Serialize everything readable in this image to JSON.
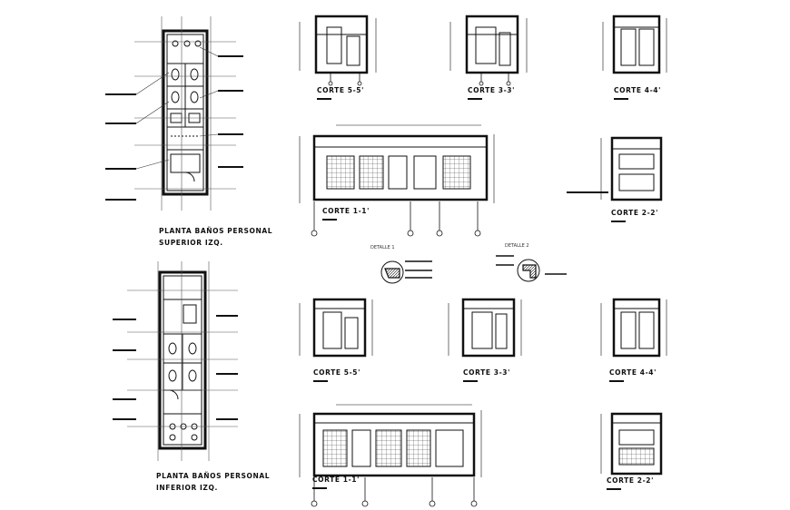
{
  "plans": {
    "upper": {
      "line1": "PLANTA BAÑOS PERSONAL",
      "line2": "SUPERIOR IZQ."
    },
    "lower": {
      "line1": "PLANTA BAÑOS PERSONAL",
      "line2": "INFERIOR IZQ."
    }
  },
  "sections": {
    "upper": {
      "corte55": "CORTE 5-5'",
      "corte33": "CORTE 3-3'",
      "corte44": "CORTE 4-4'",
      "corte11": "CORTE 1-1'",
      "corte22": "CORTE 2-2'"
    },
    "lower": {
      "corte55": "CORTE 5-5'",
      "corte33": "CORTE 3-3'",
      "corte44": "CORTE 4-4'",
      "corte11": "CORTE 1-1'",
      "corte22": "CORTE 2-2'"
    }
  },
  "details": {
    "d1": "DETALLE 1",
    "d2": "DETALLE 2"
  }
}
